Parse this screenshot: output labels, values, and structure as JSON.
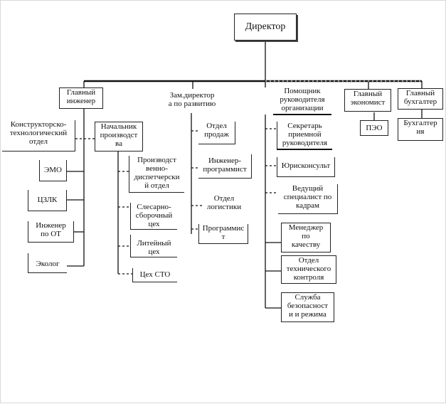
{
  "director": "Директор",
  "chief_engineer": "Главный\nинженер",
  "design_department": "Конструкторско-\nтехнологический\nотдел",
  "emo": "ЭМО",
  "czlk": "ЦЗЛК",
  "safety_engineer": "Инженер\nпо ОТ",
  "ecologist": "Эколог",
  "production_head": "Начальник\nпроизводст\nва",
  "dispatch_department": "Производст\nвенно-\nдиспетчерски\nй отдел",
  "assembly_shop": "Слесарно-\nсборочный\nцех",
  "foundry_shop": "Литейный\nцех",
  "sto_shop": "Цех СТО",
  "deputy_director": "Зам.директор\nа по развитию",
  "sales_department": "Отдел\nпродаж",
  "software_engineer": "Инженер-\nпрограммист",
  "logistics_department": "Отдел\nлогистики",
  "programmer": "Программис\nт",
  "assistant": "Помощник\nруководителя\nорганизации",
  "secretary": "Секретарь\nприемной\nруководителя",
  "legal_advisor": "Юрисконсульт",
  "hr_specialist": "Ведущий\nспециалист по\nкадрам",
  "quality_manager": "Менеджер\nпо\nкачеству",
  "qc_department": "Отдел\nтехнического\nконтроля",
  "security_service": "Служба\nбезопасност\nи и режима",
  "chief_economist": "Главный\nэкономист",
  "peo": "ПЭО",
  "chief_accountant": "Главный\nбухгалтер",
  "accounting": "Бухгалтер\nия"
}
